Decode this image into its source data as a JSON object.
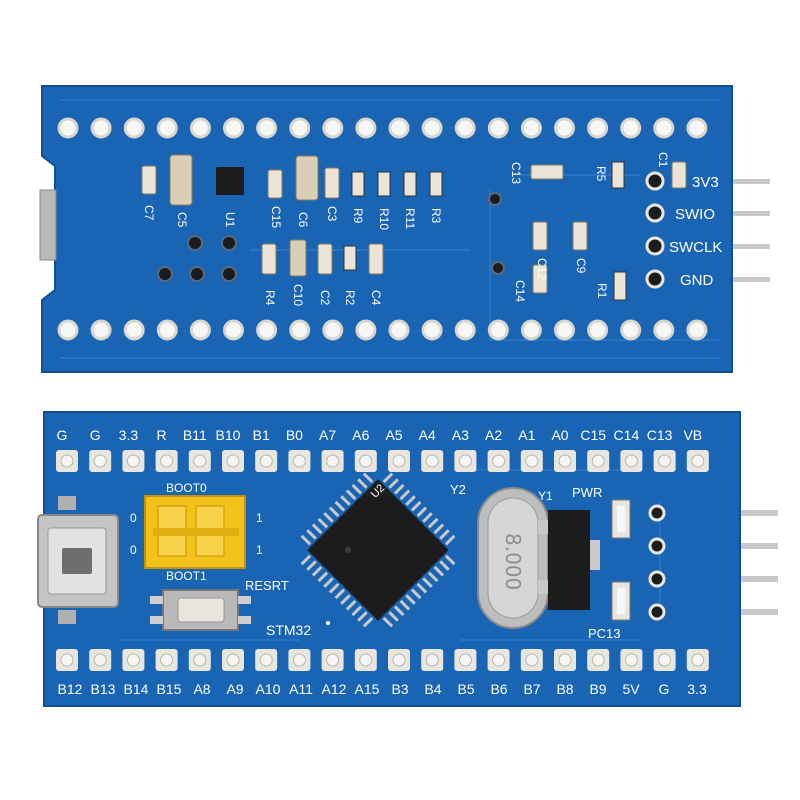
{
  "back_board": {
    "swd_labels": [
      "3V3",
      "SWIO",
      "SWCLK",
      "GND"
    ],
    "component_labels": {
      "c7": "C7",
      "c5": "C5",
      "u1": "U1",
      "c15": "C15",
      "c6": "C6",
      "c3": "C3",
      "r9": "R9",
      "r10": "R10",
      "r11": "R11",
      "r3": "R3",
      "c13": "C13",
      "r5": "R5",
      "c1": "C1",
      "c12": "C12",
      "c9": "C9",
      "c14": "C14",
      "r1": "R1",
      "r4": "R4",
      "c10": "C10",
      "c2": "C2",
      "r2": "R2",
      "c4": "C4"
    }
  },
  "front_board": {
    "top_pin_labels": [
      "G",
      "G",
      "3.3",
      "R",
      "B11",
      "B10",
      "B1",
      "B0",
      "A7",
      "A6",
      "A5",
      "A4",
      "A3",
      "A2",
      "A1",
      "A0",
      "C15",
      "C14",
      "C13",
      "VB"
    ],
    "bottom_pin_labels": [
      "B12",
      "B13",
      "B14",
      "B15",
      "A8",
      "A9",
      "A10",
      "A11",
      "A12",
      "A15",
      "B3",
      "B4",
      "B5",
      "B6",
      "B7",
      "B8",
      "B9",
      "5V",
      "G",
      "3.3"
    ],
    "boot0_label": "BOOT0",
    "boot1_label": "BOOT1",
    "reset_label": "RESRT",
    "mcu_label": "STM32",
    "u2_label": "U2",
    "y2_label": "Y2",
    "y1_label": "Y1",
    "pwr_label": "PWR",
    "pc13_label": "PC13",
    "crystal_text": "8.000",
    "jumper_zero_label": "0",
    "jumper_one_label": "1"
  },
  "colors": {
    "pcb_blue": "#1a64b4",
    "pcb_edge": "#0e4f96",
    "copper_pad": "#e8e6df",
    "jumper_yellow": "#f2c21b",
    "chip_black": "#1c1c1c"
  }
}
